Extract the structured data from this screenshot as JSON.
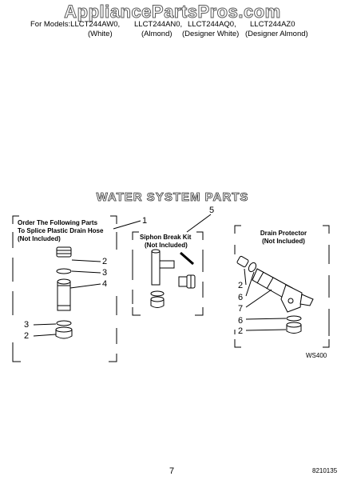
{
  "header": {
    "watermark": "AppliancePartsPros.com",
    "models_prefix": "For Models:",
    "models": [
      {
        "model": "LLCT244AW0,",
        "color": "(White)"
      },
      {
        "model": "LLCT244AN0,",
        "color": "(Almond)"
      },
      {
        "model": "LLCT244AQ0,",
        "color": "(Designer White)"
      },
      {
        "model": "LLCT244AZ0",
        "color": "(Designer Almond)"
      }
    ]
  },
  "section_title": "WATER SYSTEM PARTS",
  "boxes": {
    "splice": {
      "title_lines": [
        "Order The Following Parts",
        "To Splice Plastic Drain Hose",
        "(Not Included)"
      ]
    },
    "siphon": {
      "title_lines": [
        "Siphon Break Kit",
        "(Not Included)"
      ]
    },
    "drain": {
      "title_lines": [
        "Drain Protector",
        "(Not Included)"
      ]
    }
  },
  "callouts": {
    "c1": "1",
    "c5": "5",
    "splice_2a": "2",
    "splice_3a": "3",
    "splice_4": "4",
    "splice_3b": "3",
    "splice_2b": "2",
    "drain_2a": "2",
    "drain_6a": "6",
    "drain_7": "7",
    "drain_6b": "6",
    "drain_2b": "2"
  },
  "figure_code": "WS400",
  "footer": {
    "page_number": "7",
    "doc_number": "8210135"
  }
}
